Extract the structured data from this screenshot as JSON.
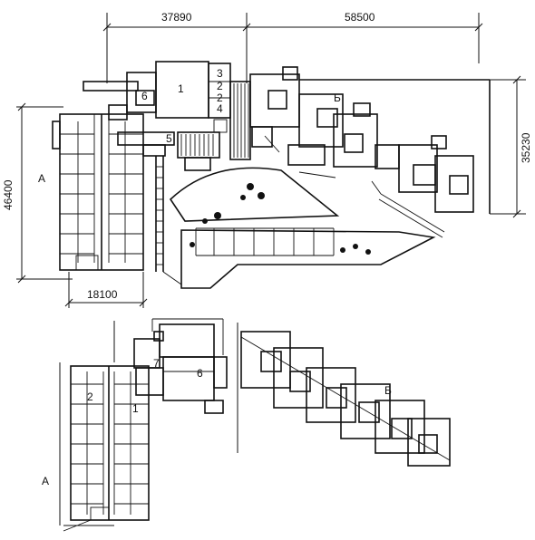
{
  "top_plan": {
    "dimensions": {
      "width_left": "37890",
      "width_right": "58500",
      "height_left": "46400",
      "height_right": "35230",
      "width_bottom": "18100"
    },
    "labels": {
      "block_a": "A",
      "block_b": "Б",
      "room_1": "1",
      "room_2a": "2",
      "room_2b": "2",
      "room_3": "3",
      "room_4": "4",
      "room_5": "5",
      "room_6": "6"
    }
  },
  "bottom_plan": {
    "labels": {
      "block_a": "A",
      "block_b": "Б",
      "room_1": "1",
      "room_2": "2",
      "room_6": "6",
      "room_7": "7"
    }
  }
}
